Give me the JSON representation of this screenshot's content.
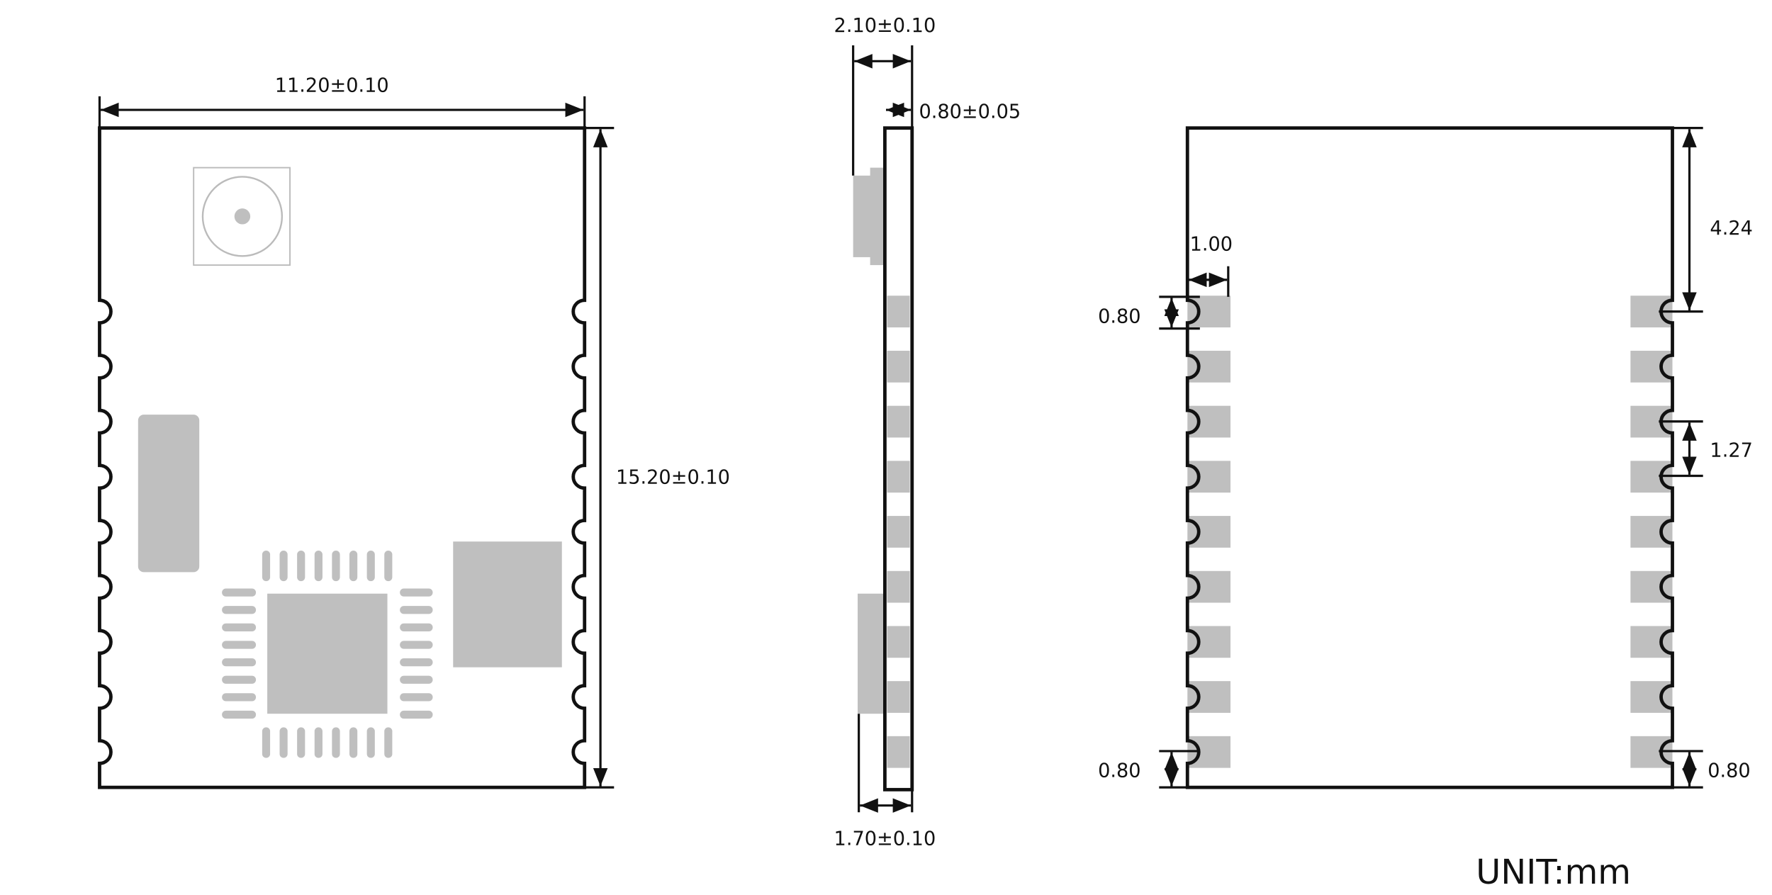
{
  "top_view": {
    "width_label": "11.20±0.10",
    "height_label": "15.20±0.10",
    "castellations_per_side": 9
  },
  "side_view": {
    "thickness_total_label": "2.10±0.10",
    "pcb_thickness_label": "0.80±0.05",
    "shield_thickness_label": "1.70±0.10",
    "pad_count": 9
  },
  "footprint_view": {
    "pad_width_label": "1.00",
    "pad_height_label_left": "0.80",
    "bottom_offset_label_left": "0.80",
    "top_offset_label": "4.24",
    "pitch_label": "1.27",
    "bottom_offset_label_right": "0.80",
    "pads_per_side": 9
  },
  "unit_label": "UNIT:mm",
  "colors": {
    "outline": "#111111",
    "component": "#bfbfbf"
  }
}
